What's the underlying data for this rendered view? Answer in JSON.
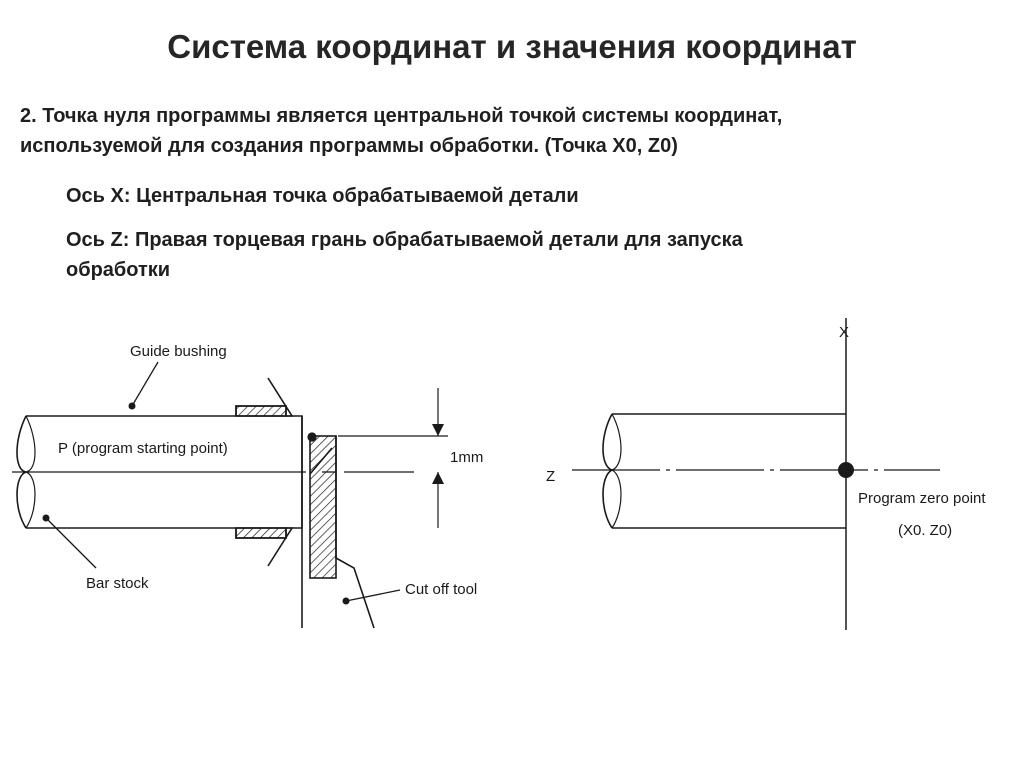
{
  "title": "Система координат и значения координат",
  "paragraphs": {
    "p1": {
      "line1": "2. Точка нуля программы является центральной точкой системы координат,",
      "line2": "используемой для создания программы обработки. (Точка X0, Z0)"
    },
    "p2": "Ось X: Центральная точка обрабатываемой детали",
    "p3": {
      "line1": "Ось Z: Правая торцевая грань обрабатываемой детали для запуска",
      "line2": "обработки"
    }
  },
  "diagram_left": {
    "guide_bushing": "Guide bushing",
    "program_start": "P (program starting point)",
    "dimension": "1mm",
    "bar_stock": "Bar stock",
    "cut_off_tool": "Cut off tool"
  },
  "diagram_right": {
    "axis_x": "X",
    "axis_z": "Z",
    "zero_point": "Program zero point",
    "zero_coords": "(X0. Z0)"
  }
}
